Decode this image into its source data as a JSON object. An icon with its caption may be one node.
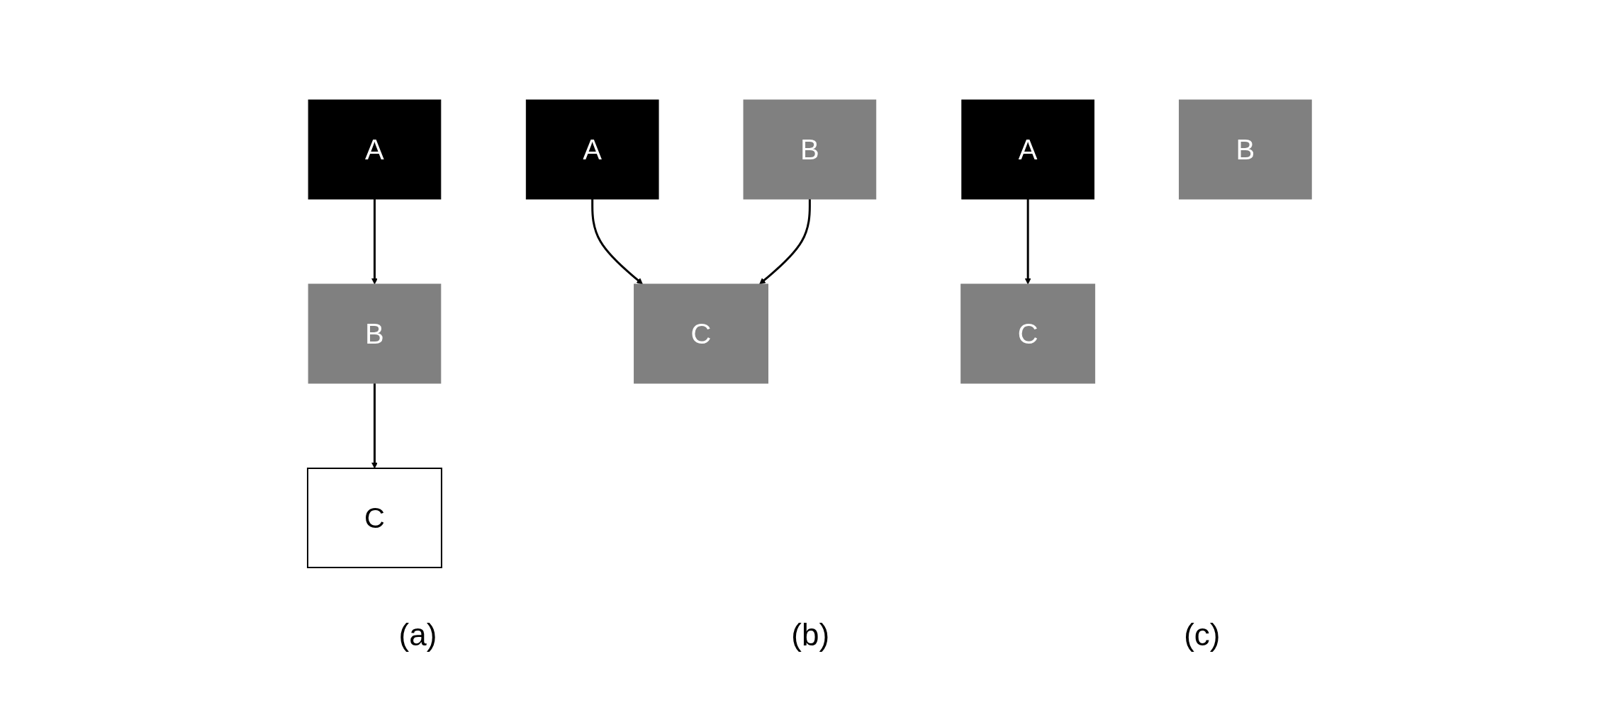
{
  "diagram": {
    "nodes": [
      {
        "text": [
          "A"
        ]
      },
      {
        "text": [
          "B"
        ]
      },
      {
        "text": [
          "C"
        ]
      },
      {
        "text": [
          "A"
        ]
      },
      {
        "text": [
          "B"
        ]
      },
      {
        "text": [
          "C"
        ]
      },
      {
        "text": [
          "A"
        ]
      },
      {
        "text": [
          "B"
        ]
      },
      {
        "text": [
          "C"
        ]
      }
    ],
    "edges": [
      {
        "from": 0,
        "to": 1,
        "arrow": "to"
      },
      {
        "from": 1,
        "to": 2,
        "arrow": "to"
      },
      {
        "from": 3,
        "to": 5,
        "arrow": "to"
      },
      {
        "from": 4,
        "to": 5,
        "arrow": "to"
      },
      {
        "from": 6,
        "to": 8,
        "arrow": "to"
      }
    ],
    "labels": [
      "(a)",
      "(b)",
      "(c)"
    ]
  }
}
